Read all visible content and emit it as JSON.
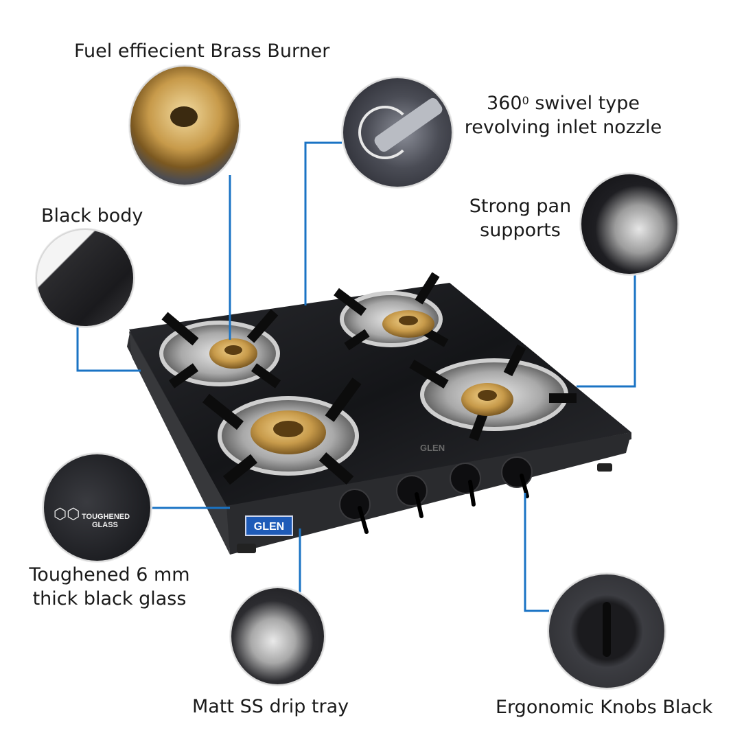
{
  "labels": {
    "burner": "Fuel effiecient Brass Burner",
    "nozzle_line1_prefix": "360",
    "nozzle_degree": "0",
    "nozzle_line1_suffix": " swivel type",
    "nozzle_line2": "revolving inlet nozzle",
    "body": "Black body",
    "pan_line1": "Strong pan",
    "pan_line2": "supports",
    "glass_line1": "Toughened 6 mm",
    "glass_line2": "thick black glass",
    "drip": "Matt SS drip tray",
    "knobs": "Ergonomic Knobs Black"
  },
  "product": {
    "brand_badge": "GLEN",
    "glass_brand": "GLEN",
    "glass_badge_line1": "TOUGHENED",
    "glass_badge_line2": "GLASS"
  },
  "colors": {
    "connector": "#1a73c4",
    "badge": "#1e5bb8",
    "glass": "#1b1c1f",
    "brass": "#c79a4a"
  }
}
